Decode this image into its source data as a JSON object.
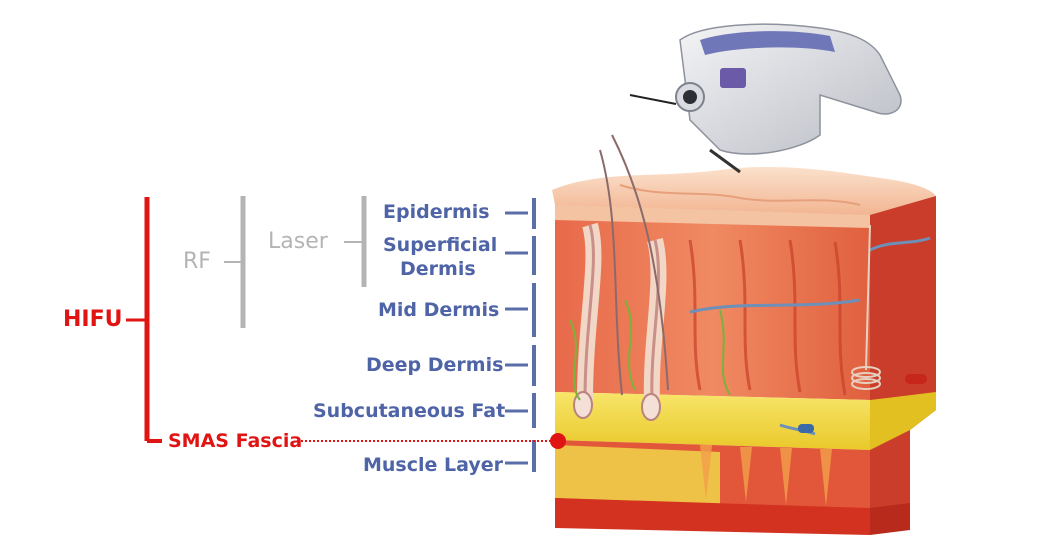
{
  "labels": {
    "hifu": "HIFU",
    "rf": "RF",
    "laser": "Laser",
    "smas": "SMAS Fascia"
  },
  "layers": [
    "Epidermis",
    "Superficial",
    "Dermis",
    "Mid Dermis",
    "Deep Dermis",
    "Subcutaneous Fat",
    "Muscle Layer"
  ],
  "colors": {
    "hifu_red": "#e11414",
    "layer_text": "#4e64a6",
    "bracket_blue": "#5a6ea8",
    "grey_text": "#b4b4b4",
    "skin_top": "#f6c7a6",
    "dermis": "#e2553a",
    "fat": "#f2dc3c",
    "muscle": "#d7352a"
  },
  "icons": [
    "hifu-handpiece-icon"
  ]
}
